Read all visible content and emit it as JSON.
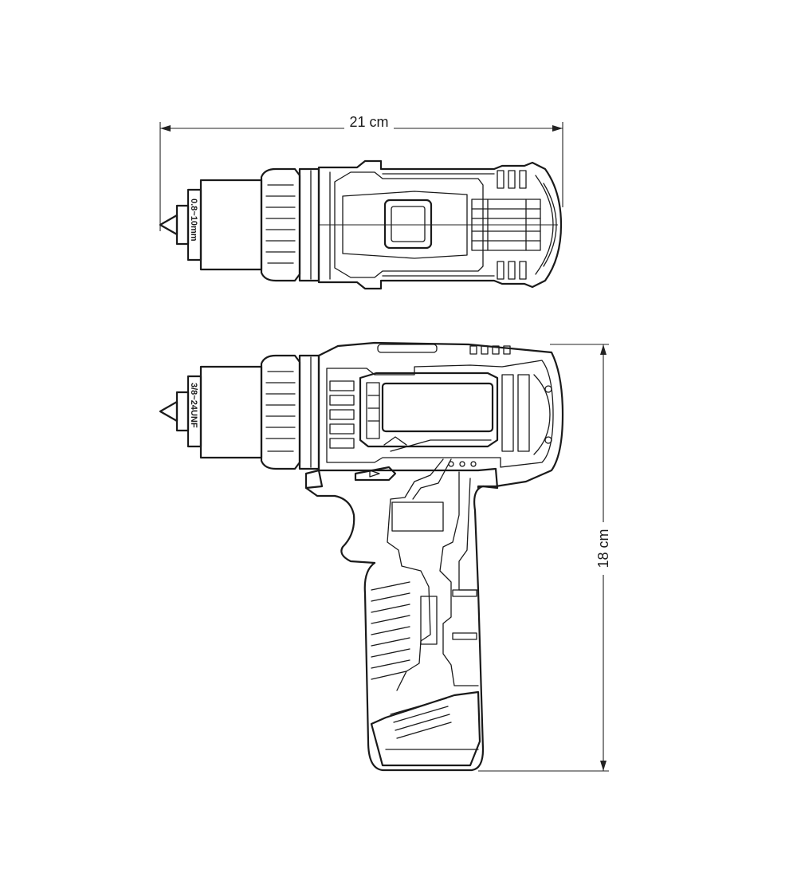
{
  "dimensions": {
    "width_label": "21 cm",
    "height_label": "18 cm"
  },
  "chuck_markings": {
    "top_view": "0.8~10mm",
    "side_view": "3/8~24UNF"
  },
  "colors": {
    "line": "#1a1a1a",
    "background": "#ffffff"
  }
}
